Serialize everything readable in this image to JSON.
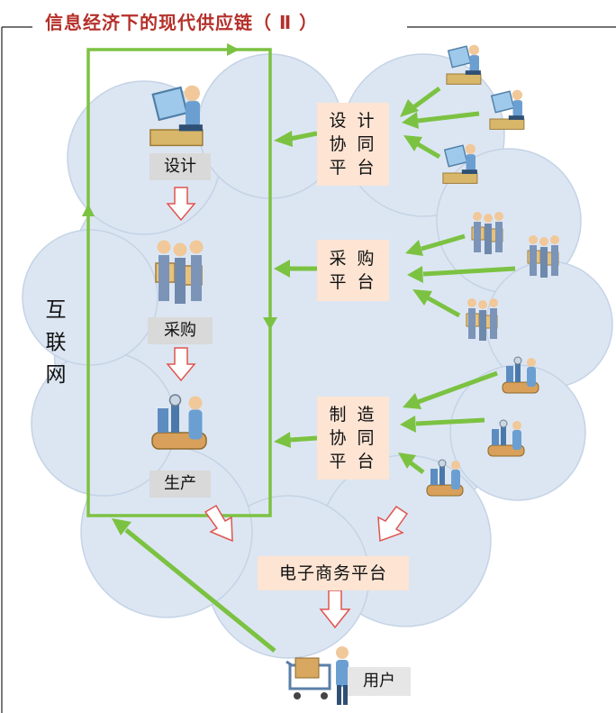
{
  "title": "信息经济下的现代供应链（ Ⅱ ）",
  "internet_label": "互\n联\n网",
  "stages": {
    "design": "设计",
    "procurement": "采购",
    "production": "生产"
  },
  "platforms": {
    "design_collab": "设 计\n协 同\n平 台",
    "procurement": "采 购\n平 台",
    "manufacturing_collab": "制 造\n协 同\n平 台",
    "ecommerce": "电子商务平台"
  },
  "user_label": "用户",
  "icons": [
    "designer-at-desk-icon",
    "purchasing-team-icon",
    "factory-worker-icon",
    "shopping-cart-user-icon"
  ],
  "colors": {
    "title": "#b5302a",
    "cloud": "#dce6f2",
    "cloud_edge": "#c4d3e6",
    "green": "#7cc242",
    "hollow_arrow": "#e0544f",
    "stage_label_bg": "#d9d9d9",
    "platform_bg": "#fde4d3"
  }
}
